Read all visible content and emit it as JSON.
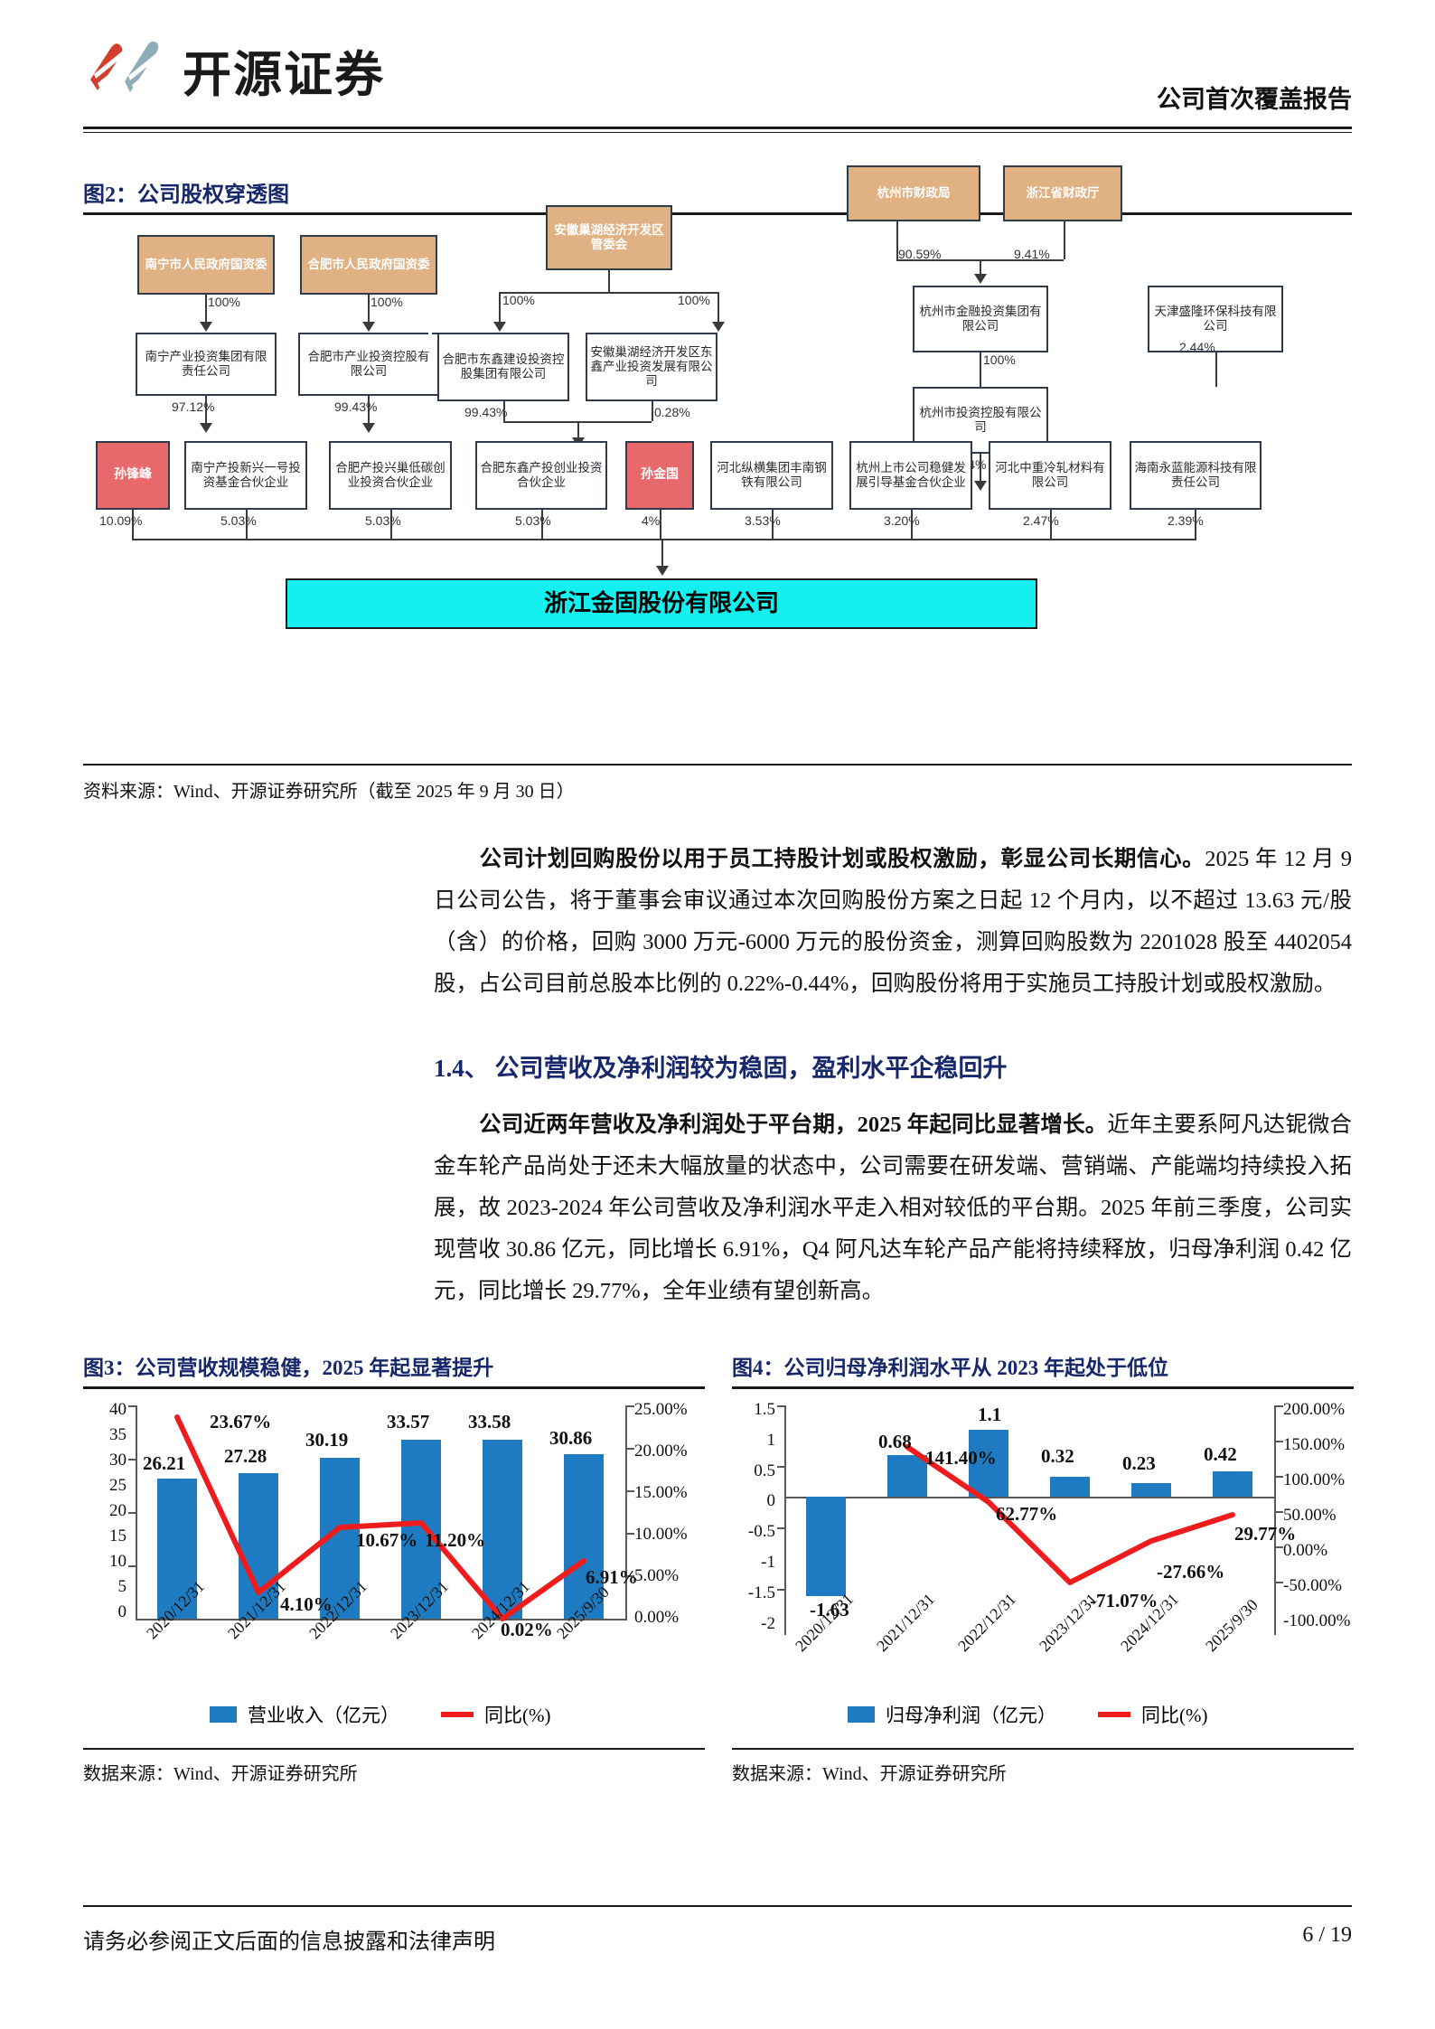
{
  "header": {
    "logo_text": "开源证券",
    "report_type": "公司首次覆盖报告"
  },
  "figure2": {
    "title": "图2：公司股权穿透图",
    "source": "资料来源：Wind、开源证券研究所（截至 2025 年 9 月 30 日）",
    "nodes": {
      "nanning_sasac": "南宁市人民政府国资委",
      "hefei_sasac": "合肥市人民政府国资委",
      "anhui_chaohu": "安徽巢湖经济开发区管委会",
      "hangzhou_finance_bureau": "杭州市财政局",
      "zhejiang_finance_dept": "浙江省财政厅",
      "nanning_industry": "南宁产业投资集团有限责任公司",
      "hefei_industry": "合肥市产业投资控股有限公司",
      "hefei_dongxin": "合肥市东鑫建设投资控股集团有限公司",
      "anhui_chaohu_dongxin": "安徽巢湖经济开发区东鑫产业投资发展有限公司",
      "hangzhou_financial_group": "杭州市金融投资集团有限公司",
      "hangzhou_invest_holding": "杭州市投资控股有限公司",
      "tianjin_shenglong": "天津盛隆环保科技有限公司",
      "sun_fengfeng": "孙锋峰",
      "nanning_xinxing": "南宁产投新兴一号投资基金合伙企业",
      "hefei_chaodi": "合肥产投兴巢低碳创业投资合伙企业",
      "hefei_dongxin_fund": "合肥东鑫产投创业投资合伙企业",
      "sun_jinguo": "孙金国",
      "hebei_zongheng": "河北纵横集团丰南钢铁有限公司",
      "hangzhou_listed_fund": "杭州上市公司稳健发展引导基金合伙企业",
      "hebei_zhongzhong": "河北中重冷轧材料有限公司",
      "hainan_yonglan": "海南永蓝能源科技有限责任公司",
      "company": "浙江金固股份有限公司"
    },
    "percents": {
      "nanning_to_industry": "100%",
      "hefei_to_industry": "100%",
      "chaohu_to_dongxin": "100%",
      "chaohu_to_chaohu_dongxin": "100%",
      "hz_bureau_to_group": "90.59%",
      "zj_dept_to_group": "9.41%",
      "group_to_holding": "100%",
      "nanning_industry_to_fund": "97.12%",
      "hefei_industry_to_fund": "99.43%",
      "hefei_dongxin_to_fund": "99.43%",
      "chaohu_dongxin_to_fund": "0.28%",
      "hz_holding_to_fund": "99.94%",
      "tianjin_to_hainan": "2.44%",
      "sun_fengfeng_pct": "10.09%",
      "nanning_fund_pct": "5.03%",
      "hefei_chaodi_pct": "5.03%",
      "hefei_dongxin_fund_pct": "5.03%",
      "sun_jinguo_pct": "4%",
      "hebei_zongheng_pct": "3.53%",
      "hangzhou_listed_fund_pct": "3.20%",
      "hebei_zhongzhong_pct": "2.47%",
      "hainan_yonglan_pct": "2.39%"
    }
  },
  "paragraph1": {
    "lead": "公司计划回购股份以用于员工持股计划或股权激励，彰显公司长期信心。",
    "rest": "2025 年 12 月 9 日公司公告，将于董事会审议通过本次回购股份方案之日起 12 个月内，以不超过 13.63 元/股（含）的价格，回购 3000 万元-6000 万元的股份资金，测算回购股数为 2201028 股至 4402054 股，占公司目前总股本比例的 0.22%-0.44%，回购股份将用于实施员工持股计划或股权激励。"
  },
  "section": {
    "heading": "1.4、 公司营收及净利润较为稳固，盈利水平企稳回升"
  },
  "paragraph2": {
    "lead": "公司近两年营收及净利润处于平台期，2025 年起同比显著增长。",
    "rest": "近年主要系阿凡达铌微合金车轮产品尚处于还未大幅放量的状态中，公司需要在研发端、营销端、产能端均持续投入拓展，故 2023-2024 年公司营收及净利润水平走入相对较低的平台期。2025 年前三季度，公司实现营收 30.86 亿元，同比增长 6.91%，Q4 阿凡达车轮产品产能将持续释放，归母净利润 0.42 亿元，同比增长 29.77%，全年业绩有望创新高。"
  },
  "chart_data": [
    {
      "type": "bar",
      "title": "图3：公司营收规模稳健，2025 年起显著提升",
      "categories": [
        "2020/12/31",
        "2021/12/31",
        "2022/12/31",
        "2023/12/31",
        "2024/12/31",
        "2025/9/30"
      ],
      "series": [
        {
          "name": "营业收入（亿元）",
          "type": "bar",
          "values": [
            26.21,
            27.28,
            30.19,
            33.57,
            33.58,
            30.86
          ],
          "color": "#1f7bc1",
          "axis": "left"
        },
        {
          "name": "同比(%)",
          "type": "line",
          "values": [
            23.67,
            4.1,
            10.67,
            11.2,
            0.02,
            6.91
          ],
          "labels": [
            "23.67%",
            "4.10%",
            "10.67%",
            "11.20%",
            "0.02%",
            "6.91%"
          ],
          "color": "#ee1c1c",
          "axis": "right"
        }
      ],
      "ylim": [
        0,
        40
      ],
      "yticks": [
        "40",
        "35",
        "30",
        "25",
        "20",
        "15",
        "10",
        "5",
        "0"
      ],
      "y2lim": [
        0,
        25
      ],
      "y2ticks": [
        "25.00%",
        "20.00%",
        "15.00%",
        "10.00%",
        "5.00%",
        "0.00%"
      ],
      "xlabel": "",
      "ylabel": "",
      "grid": false,
      "legend_position": "bottom",
      "source": "数据来源：Wind、开源证券研究所"
    },
    {
      "type": "bar",
      "title": "图4：公司归母净利润水平从 2023 年起处于低位",
      "categories": [
        "2020/12/31",
        "2021/12/31",
        "2022/12/31",
        "2023/12/31",
        "2024/12/31",
        "2025/9/30"
      ],
      "series": [
        {
          "name": "归母净利润（亿元）",
          "type": "bar",
          "values": [
            -1.63,
            0.68,
            1.1,
            0.32,
            0.23,
            0.42
          ],
          "color": "#1f7bc1",
          "axis": "left"
        },
        {
          "name": "同比(%)",
          "type": "line",
          "values": [
            null,
            141.4,
            62.77,
            -71.07,
            -27.66,
            29.77
          ],
          "labels": [
            "",
            "141.40%",
            "62.77%",
            "-71.07%",
            "-27.66%",
            "29.77%"
          ],
          "color": "#ee1c1c",
          "axis": "right"
        }
      ],
      "ylim": [
        -2,
        1.5
      ],
      "yticks": [
        "1.5",
        "1",
        "0.5",
        "0",
        "-0.5",
        "-1",
        "-1.5",
        "-2"
      ],
      "y2lim": [
        -100,
        200
      ],
      "y2ticks": [
        "200.00%",
        "150.00%",
        "100.00%",
        "50.00%",
        "0.00%",
        "-50.00%",
        "-100.00%"
      ],
      "xlabel": "",
      "ylabel": "",
      "grid": false,
      "legend_position": "bottom",
      "source": "数据来源：Wind、开源证券研究所"
    }
  ],
  "footer": {
    "disclaimer": "请务必参阅正文后面的信息披露和法律声明",
    "page": "6 / 19"
  }
}
